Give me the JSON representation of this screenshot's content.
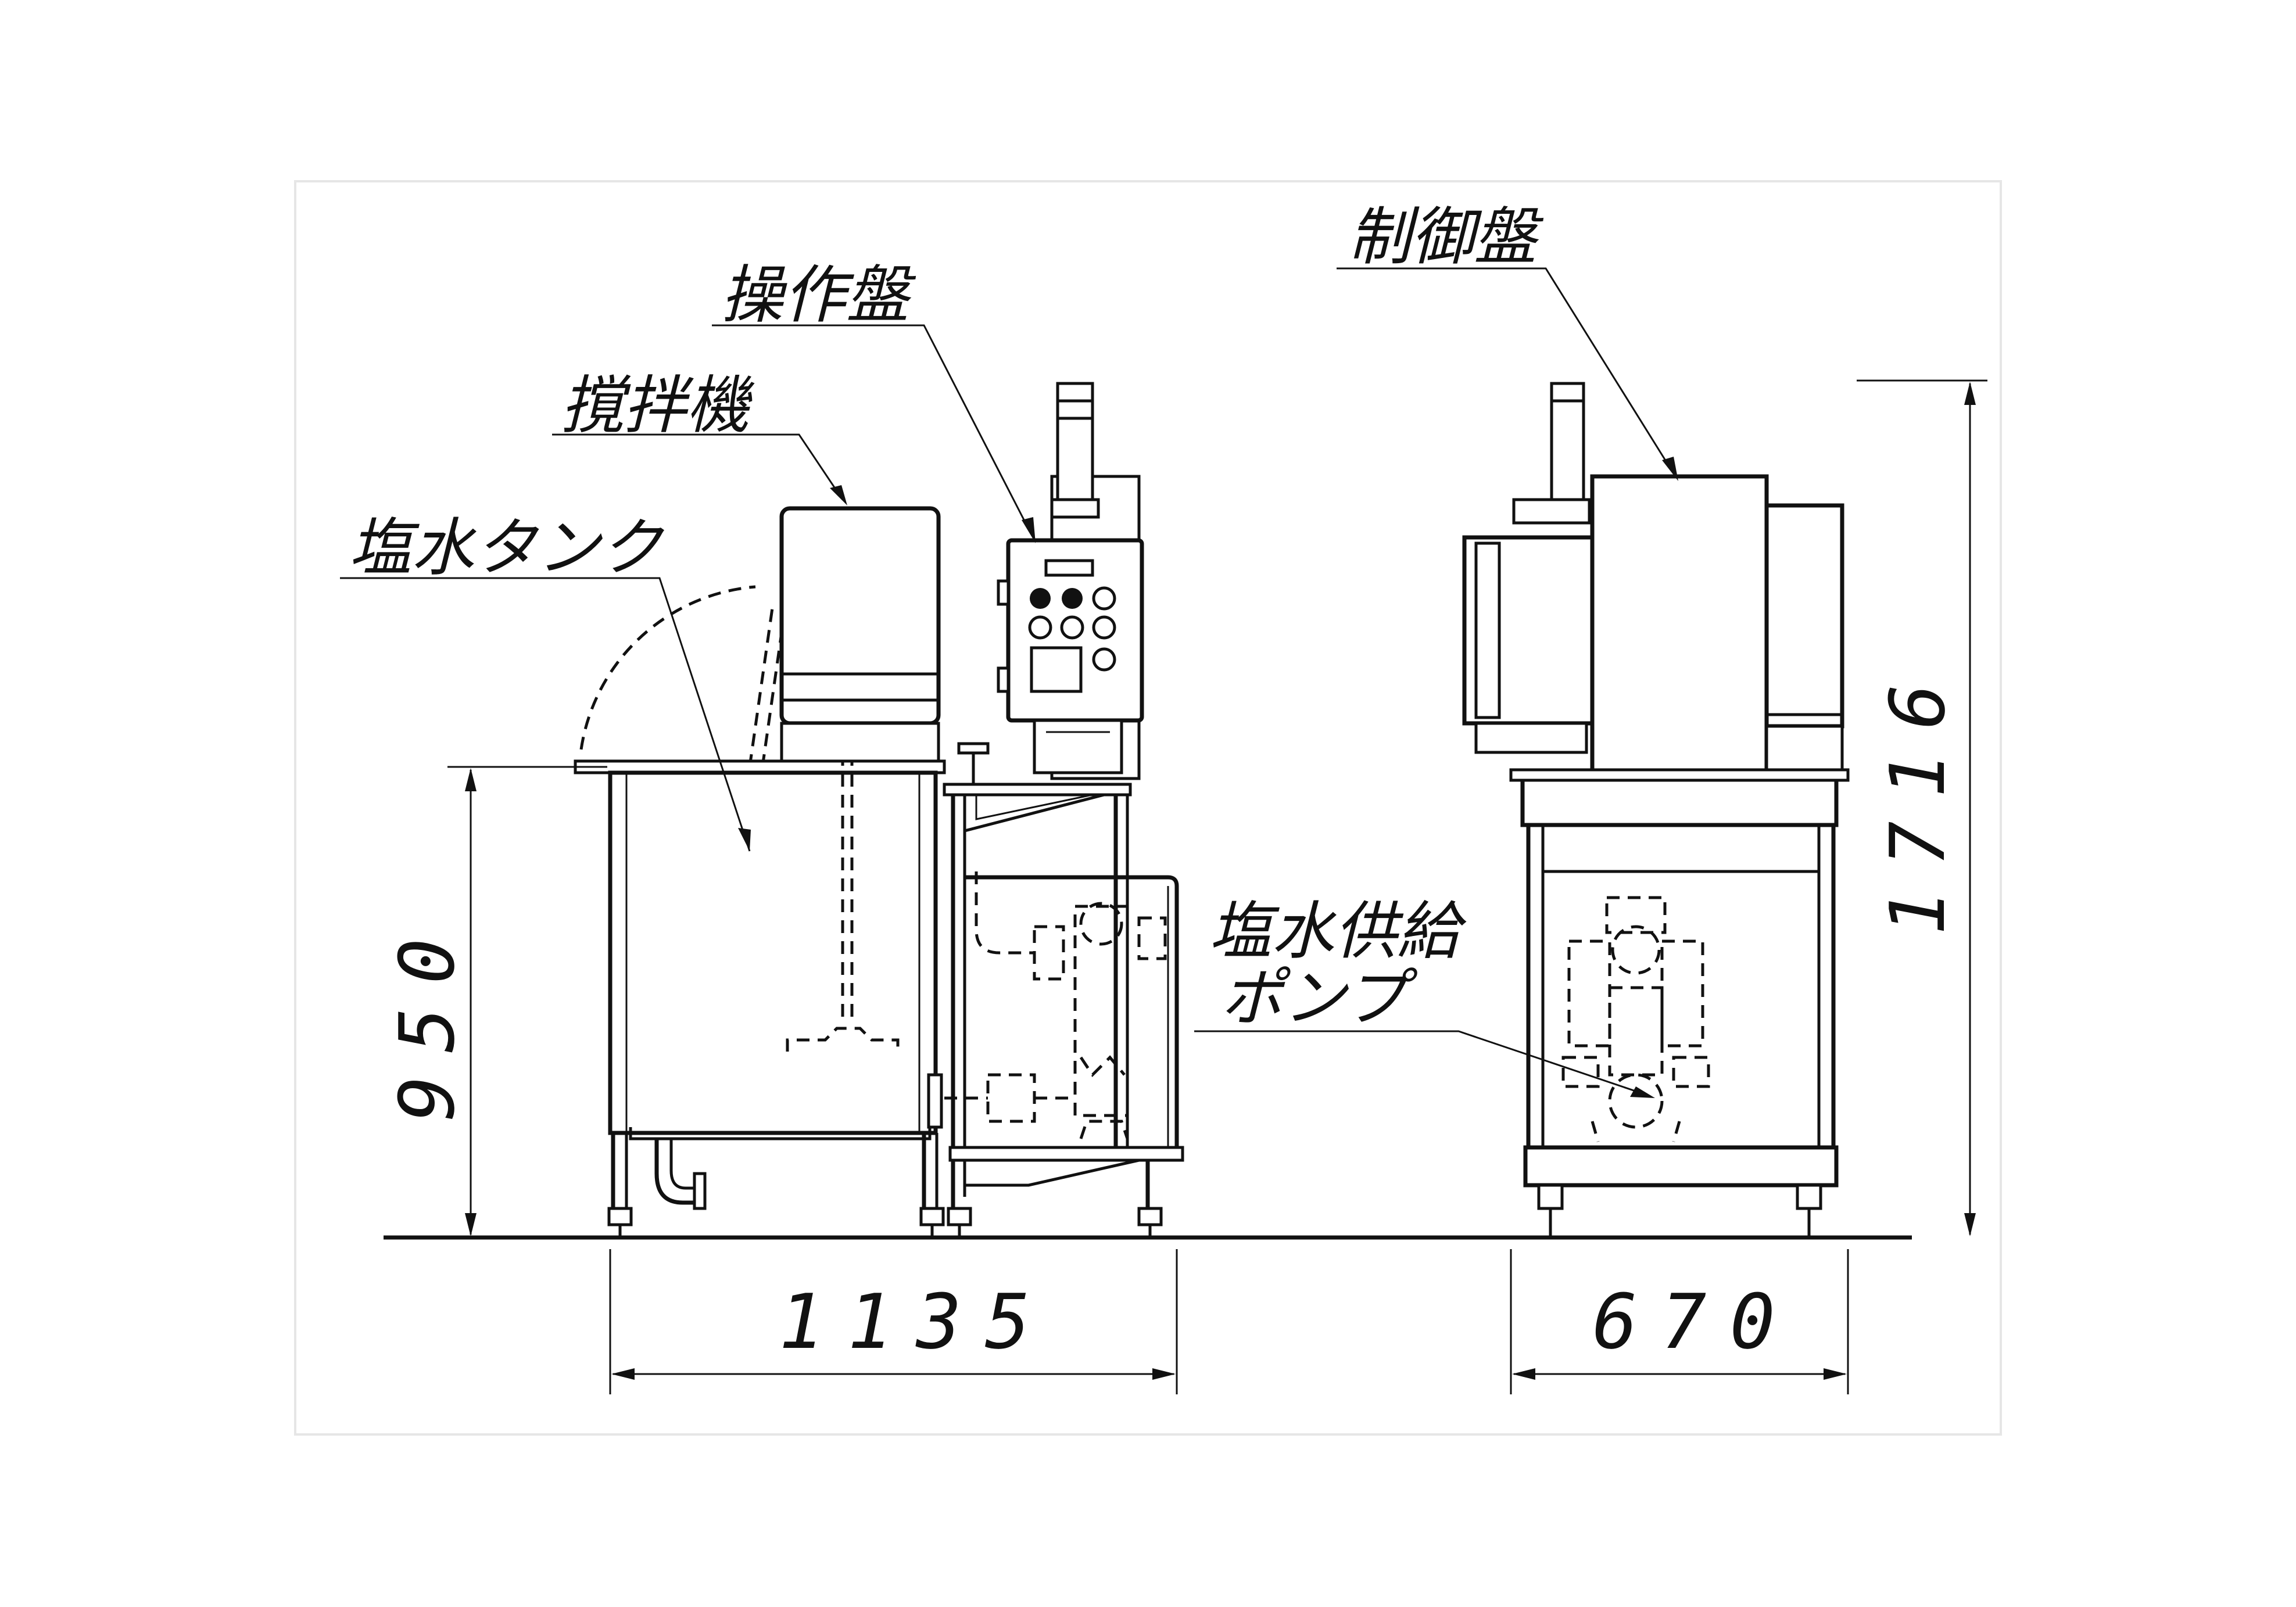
{
  "labels": {
    "brine_tank": "塩水タンク",
    "mixer": "撹拌機",
    "operation_panel": "操作盤",
    "control_panel": "制御盤",
    "brine_pump_line1": "塩水供給",
    "brine_pump_line2": "ポンプ"
  },
  "dimensions": {
    "front_width": "1135",
    "side_width": "670",
    "tank_height": "950",
    "total_height": "1716"
  },
  "colors": {
    "line": "#111111",
    "background": "#ffffff",
    "border": "#e6e6e6"
  }
}
